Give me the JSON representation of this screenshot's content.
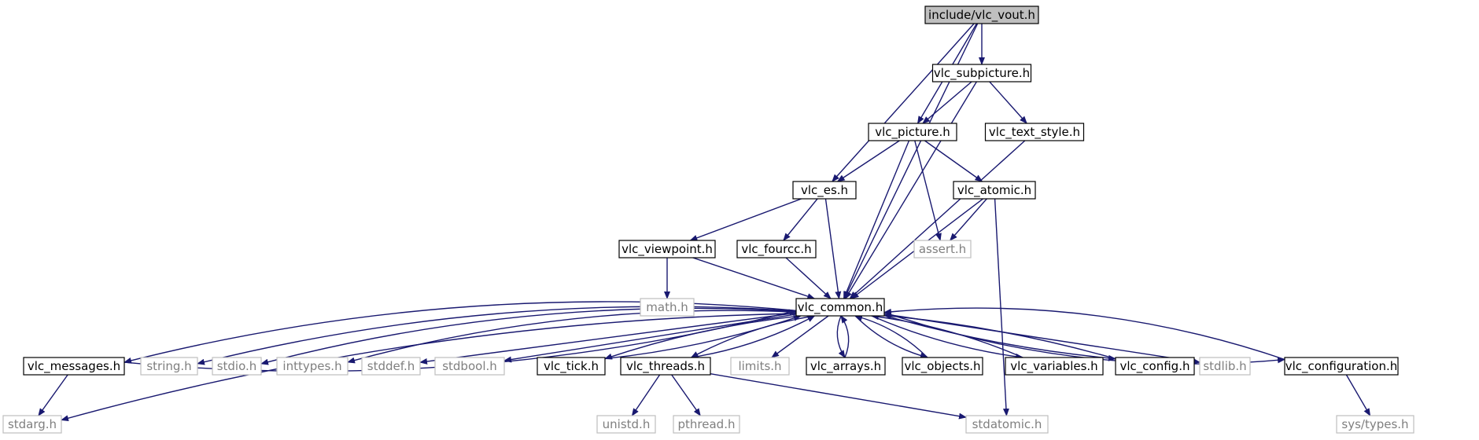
{
  "diagram": {
    "edge_color": "#191970",
    "root_fill": "#bfbfbf",
    "node_border": "#000000",
    "ext_border": "#bfbfbf",
    "ext_text": "#7f7f7f",
    "nodes": [
      {
        "id": "vlc_vout",
        "label": "include/vlc_vout.h",
        "kind": "root"
      },
      {
        "id": "vlc_subpicture",
        "label": "vlc_subpicture.h",
        "kind": "internal"
      },
      {
        "id": "vlc_picture",
        "label": "vlc_picture.h",
        "kind": "internal"
      },
      {
        "id": "vlc_text_style",
        "label": "vlc_text_style.h",
        "kind": "internal"
      },
      {
        "id": "vlc_es",
        "label": "vlc_es.h",
        "kind": "internal"
      },
      {
        "id": "vlc_atomic",
        "label": "vlc_atomic.h",
        "kind": "internal"
      },
      {
        "id": "vlc_viewpoint",
        "label": "vlc_viewpoint.h",
        "kind": "internal"
      },
      {
        "id": "vlc_fourcc",
        "label": "vlc_fourcc.h",
        "kind": "internal"
      },
      {
        "id": "assert",
        "label": "assert.h",
        "kind": "external"
      },
      {
        "id": "math",
        "label": "math.h",
        "kind": "external"
      },
      {
        "id": "vlc_common",
        "label": "vlc_common.h",
        "kind": "internal"
      },
      {
        "id": "vlc_messages",
        "label": "vlc_messages.h",
        "kind": "internal"
      },
      {
        "id": "string",
        "label": "string.h",
        "kind": "external"
      },
      {
        "id": "stdio",
        "label": "stdio.h",
        "kind": "external"
      },
      {
        "id": "inttypes",
        "label": "inttypes.h",
        "kind": "external"
      },
      {
        "id": "stddef",
        "label": "stddef.h",
        "kind": "external"
      },
      {
        "id": "stdbool",
        "label": "stdbool.h",
        "kind": "external"
      },
      {
        "id": "vlc_tick",
        "label": "vlc_tick.h",
        "kind": "internal"
      },
      {
        "id": "vlc_threads",
        "label": "vlc_threads.h",
        "kind": "internal"
      },
      {
        "id": "limits",
        "label": "limits.h",
        "kind": "external"
      },
      {
        "id": "vlc_arrays",
        "label": "vlc_arrays.h",
        "kind": "internal"
      },
      {
        "id": "vlc_objects",
        "label": "vlc_objects.h",
        "kind": "internal"
      },
      {
        "id": "vlc_variables",
        "label": "vlc_variables.h",
        "kind": "internal"
      },
      {
        "id": "vlc_config",
        "label": "vlc_config.h",
        "kind": "internal"
      },
      {
        "id": "stdlib",
        "label": "stdlib.h",
        "kind": "external"
      },
      {
        "id": "vlc_configuration",
        "label": "vlc_configuration.h",
        "kind": "internal"
      },
      {
        "id": "stdarg",
        "label": "stdarg.h",
        "kind": "external"
      },
      {
        "id": "unistd",
        "label": "unistd.h",
        "kind": "external"
      },
      {
        "id": "pthread",
        "label": "pthread.h",
        "kind": "external"
      },
      {
        "id": "stdatomic",
        "label": "stdatomic.h",
        "kind": "external"
      },
      {
        "id": "sys_types",
        "label": "sys/types.h",
        "kind": "external"
      }
    ],
    "edges": [
      {
        "from": "vlc_vout",
        "to": "vlc_subpicture"
      },
      {
        "from": "vlc_vout",
        "to": "vlc_picture"
      },
      {
        "from": "vlc_vout",
        "to": "vlc_es"
      },
      {
        "from": "vlc_vout",
        "to": "vlc_common"
      },
      {
        "from": "vlc_subpicture",
        "to": "vlc_picture"
      },
      {
        "from": "vlc_subpicture",
        "to": "vlc_text_style"
      },
      {
        "from": "vlc_subpicture",
        "to": "vlc_common"
      },
      {
        "from": "vlc_picture",
        "to": "vlc_es"
      },
      {
        "from": "vlc_picture",
        "to": "vlc_atomic"
      },
      {
        "from": "vlc_picture",
        "to": "assert"
      },
      {
        "from": "vlc_picture",
        "to": "vlc_common"
      },
      {
        "from": "vlc_text_style",
        "to": "vlc_common"
      },
      {
        "from": "vlc_es",
        "to": "vlc_viewpoint"
      },
      {
        "from": "vlc_es",
        "to": "vlc_fourcc"
      },
      {
        "from": "vlc_es",
        "to": "vlc_common"
      },
      {
        "from": "vlc_atomic",
        "to": "assert"
      },
      {
        "from": "vlc_atomic",
        "to": "vlc_common"
      },
      {
        "from": "vlc_atomic",
        "to": "stdatomic"
      },
      {
        "from": "vlc_viewpoint",
        "to": "math"
      },
      {
        "from": "vlc_viewpoint",
        "to": "vlc_common"
      },
      {
        "from": "vlc_fourcc",
        "to": "vlc_common"
      },
      {
        "from": "vlc_common",
        "to": "stdarg"
      },
      {
        "from": "vlc_common",
        "to": "vlc_messages"
      },
      {
        "from": "vlc_common",
        "to": "string"
      },
      {
        "from": "vlc_common",
        "to": "stdio"
      },
      {
        "from": "vlc_common",
        "to": "inttypes"
      },
      {
        "from": "vlc_common",
        "to": "stddef"
      },
      {
        "from": "vlc_common",
        "to": "stdbool"
      },
      {
        "from": "vlc_common",
        "to": "vlc_tick"
      },
      {
        "from": "vlc_common",
        "to": "vlc_threads"
      },
      {
        "from": "vlc_common",
        "to": "limits"
      },
      {
        "from": "vlc_common",
        "to": "vlc_arrays"
      },
      {
        "from": "vlc_common",
        "to": "vlc_objects"
      },
      {
        "from": "vlc_common",
        "to": "vlc_variables"
      },
      {
        "from": "vlc_common",
        "to": "vlc_config"
      },
      {
        "from": "vlc_common",
        "to": "stdlib"
      },
      {
        "from": "vlc_common",
        "to": "vlc_configuration"
      },
      {
        "from": "vlc_messages",
        "to": "stdarg"
      },
      {
        "from": "vlc_messages",
        "to": "vlc_common"
      },
      {
        "from": "vlc_tick",
        "to": "vlc_common"
      },
      {
        "from": "vlc_threads",
        "to": "vlc_common"
      },
      {
        "from": "vlc_threads",
        "to": "unistd"
      },
      {
        "from": "vlc_threads",
        "to": "pthread"
      },
      {
        "from": "vlc_threads",
        "to": "stdatomic"
      },
      {
        "from": "vlc_arrays",
        "to": "vlc_common"
      },
      {
        "from": "vlc_objects",
        "to": "vlc_common"
      },
      {
        "from": "vlc_variables",
        "to": "vlc_common"
      },
      {
        "from": "vlc_config",
        "to": "vlc_common"
      },
      {
        "from": "vlc_configuration",
        "to": "vlc_common"
      },
      {
        "from": "vlc_configuration",
        "to": "sys_types"
      }
    ]
  }
}
